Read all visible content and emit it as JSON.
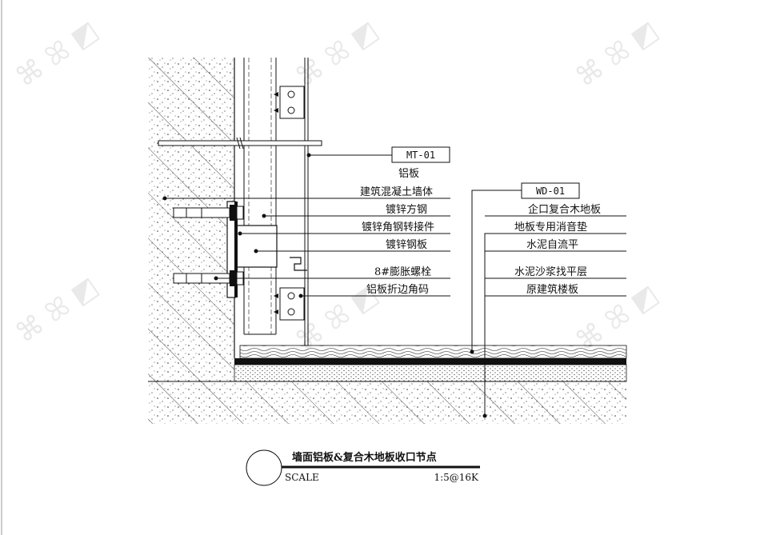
{
  "tags": {
    "wall": "MT-01",
    "floor": "WD-01"
  },
  "wall_labels": [
    "铝板",
    "建筑混凝土墙体",
    "镀锌方钢",
    "镀锌角钢转接件",
    "镀锌钢板",
    "8#膨胀螺栓",
    "铝板折边角码"
  ],
  "floor_labels": [
    "企口复合木地板",
    "地板专用消音垫",
    "水泥自流平",
    "水泥沙浆找平层",
    "原建筑楼板"
  ],
  "title": "墙面铝板&复合木地板收口节点",
  "scale_label": "SCALE",
  "scale_value": "1:5@16K"
}
